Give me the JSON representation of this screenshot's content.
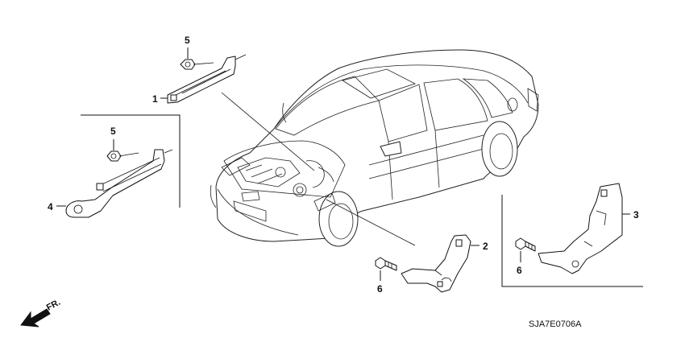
{
  "callouts": {
    "c1": "1",
    "c2": "2",
    "c3": "3",
    "c4": "4",
    "c5_top": "5",
    "c5_left": "5",
    "c6_center": "6",
    "c6_right": "6"
  },
  "front_indicator": "FR.",
  "diagram_code": "SJA7E0706A"
}
